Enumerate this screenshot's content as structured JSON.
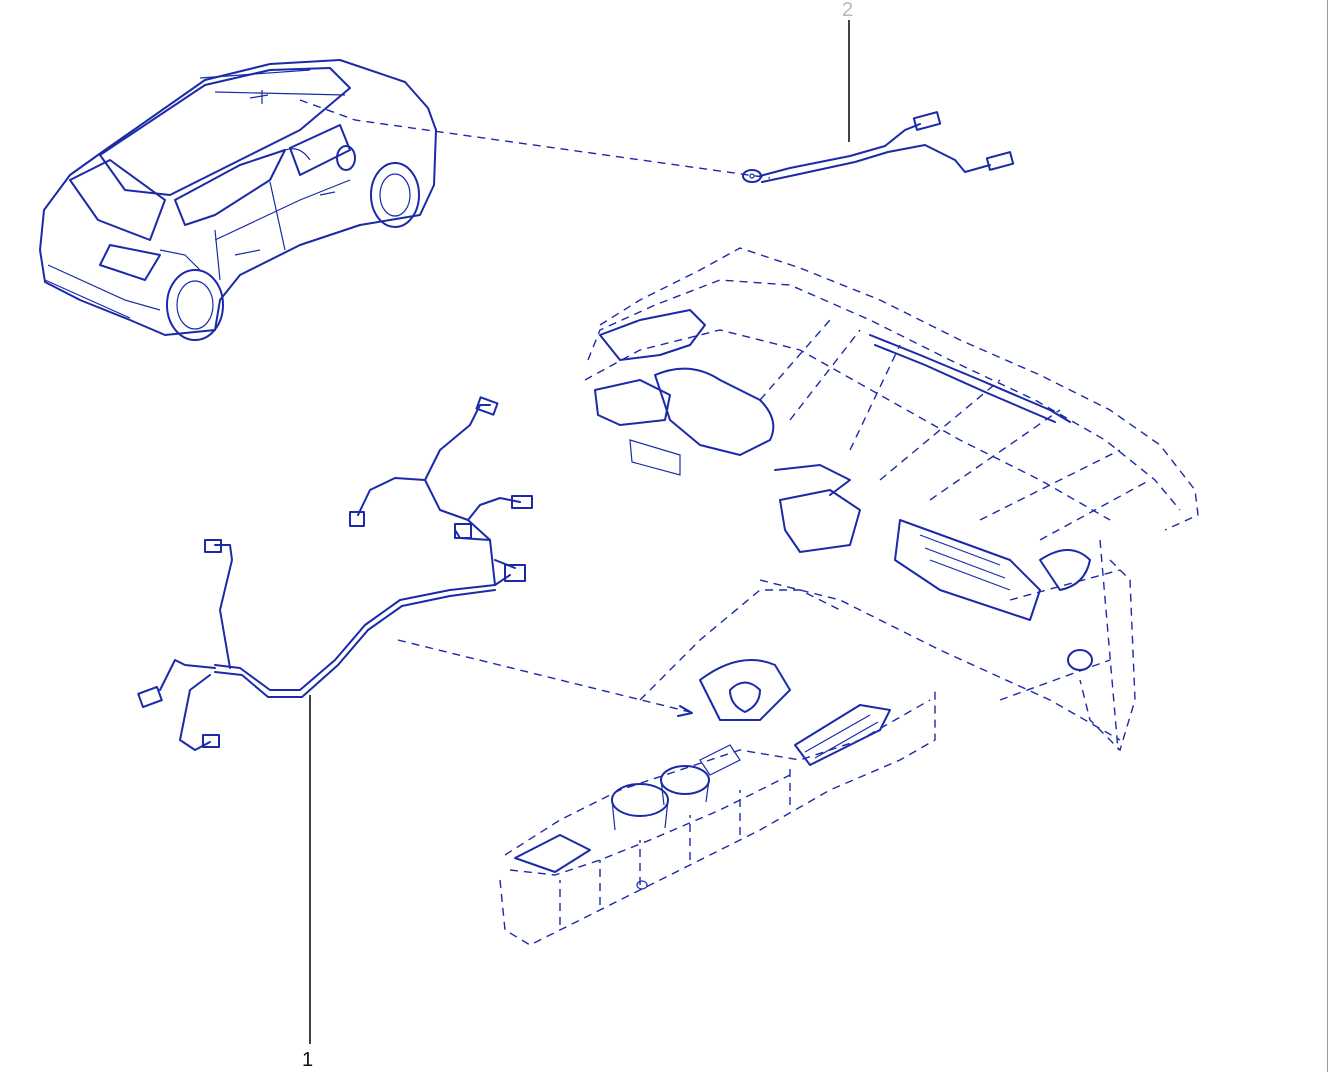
{
  "diagram": {
    "callouts": [
      {
        "id": "callout-1",
        "text": "1",
        "style": "dark"
      },
      {
        "id": "callout-2",
        "text": "2",
        "style": "light"
      }
    ],
    "colors": {
      "line": "#1a2aa8",
      "leader": "#111111",
      "faded_label": "#b8b8b8",
      "background": "#ffffff"
    },
    "parts": [
      "vehicle",
      "ground-strap-harness",
      "console-wiring-harness",
      "dashboard-and-center-console"
    ]
  }
}
